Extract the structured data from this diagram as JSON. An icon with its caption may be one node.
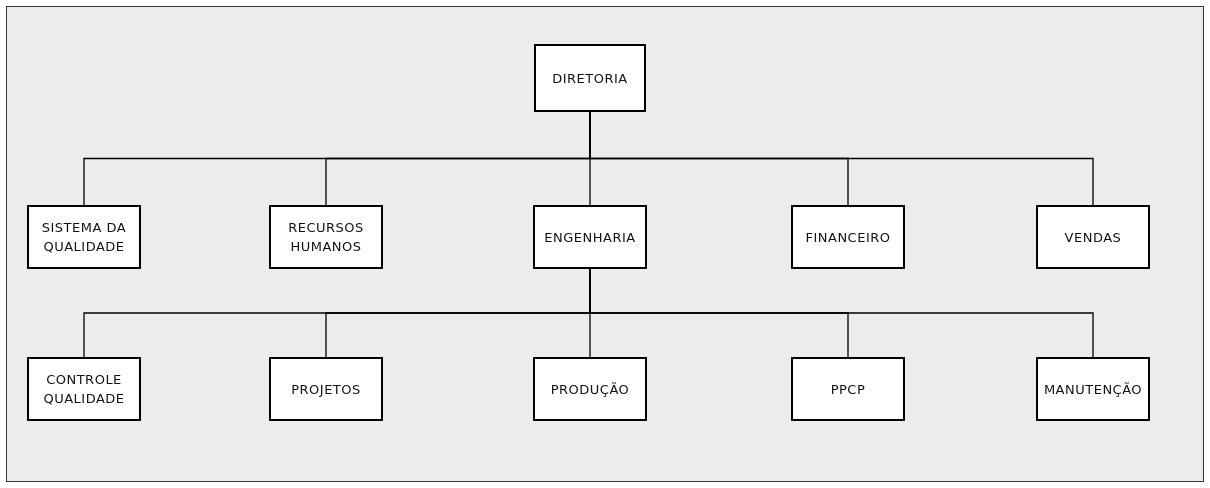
{
  "diagram": {
    "nodes": [
      {
        "text": [
          "DIRETORIA"
        ]
      },
      {
        "text": [
          "SISTEMA DA QUALIDADE"
        ]
      },
      {
        "text": [
          "RECURSOS HUMANOS"
        ]
      },
      {
        "text": [
          "ENGENHARIA"
        ]
      },
      {
        "text": [
          "FINANCEIRO"
        ]
      },
      {
        "text": [
          "VENDAS"
        ]
      },
      {
        "text": [
          "CONTROLE QUALIDADE"
        ]
      },
      {
        "text": [
          "PROJETOS"
        ]
      },
      {
        "text": [
          "PRODUÇÃO"
        ]
      },
      {
        "text": [
          "PPCP"
        ]
      },
      {
        "text": [
          "MANUTENÇÃO"
        ]
      }
    ],
    "edges": [
      {
        "from": 0,
        "to": 1,
        "arrow": "none"
      },
      {
        "from": 0,
        "to": 2,
        "arrow": "none"
      },
      {
        "from": 0,
        "to": 3,
        "arrow": "none"
      },
      {
        "from": 0,
        "to": 4,
        "arrow": "none"
      },
      {
        "from": 0,
        "to": 5,
        "arrow": "none"
      },
      {
        "from": 3,
        "to": 6,
        "arrow": "none"
      },
      {
        "from": 3,
        "to": 7,
        "arrow": "none"
      },
      {
        "from": 3,
        "to": 8,
        "arrow": "none"
      },
      {
        "from": 3,
        "to": 9,
        "arrow": "none"
      },
      {
        "from": 3,
        "to": 10,
        "arrow": "none"
      }
    ]
  }
}
